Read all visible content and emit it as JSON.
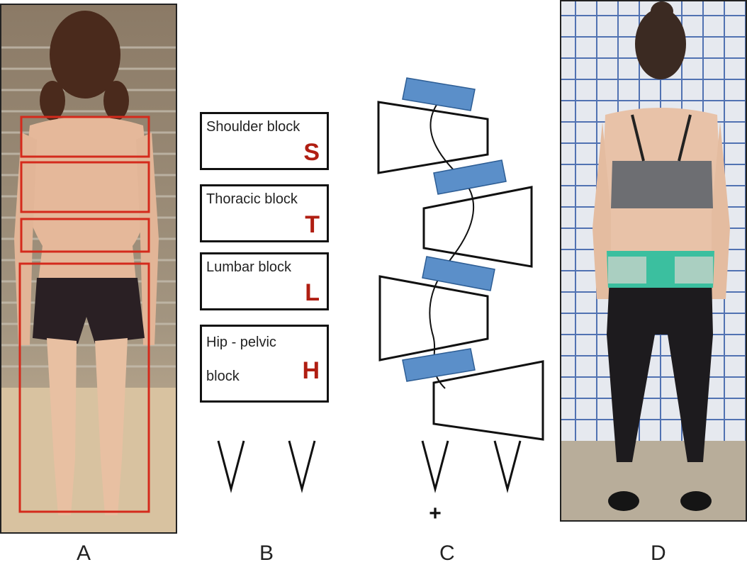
{
  "panels": {
    "a": {
      "label": "A"
    },
    "b": {
      "label": "B"
    },
    "c": {
      "label": "C",
      "plus_sign": "+"
    },
    "d": {
      "label": "D"
    }
  },
  "blocks": [
    {
      "name": "Shoulder block",
      "letter": "S"
    },
    {
      "name": "Thoracic block",
      "letter": "T"
    },
    {
      "name": "Lumbar block",
      "letter": "L"
    },
    {
      "name": "Hip - pelvic block",
      "letter": "H"
    }
  ],
  "colors": {
    "block_letter": "#b01e12",
    "segment_outline_red": "#d42a1c",
    "blue_disc": "#5b8fc9",
    "brace_teal": "#3bbf9f"
  }
}
